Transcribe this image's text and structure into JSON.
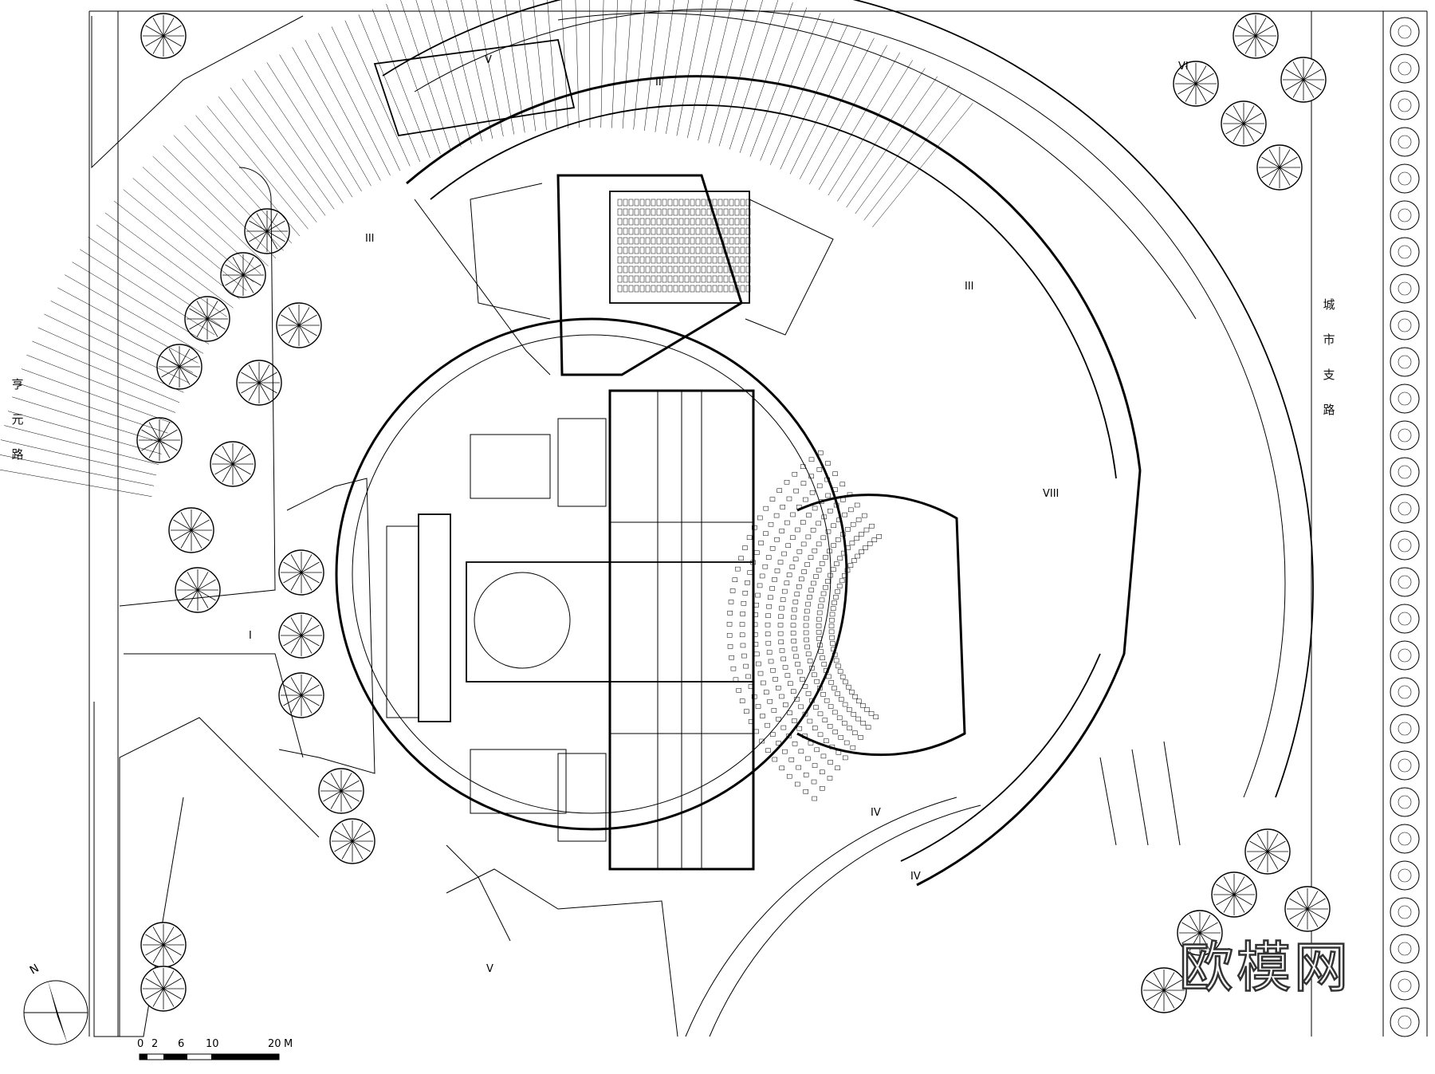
{
  "drawing": {
    "roads": {
      "west": "亨元路",
      "east": "城市支路"
    },
    "scale_bar": {
      "ticks": [
        "0",
        "2",
        "6",
        "10",
        "20"
      ],
      "unit": "M"
    },
    "north_label": "N",
    "section_marks": [
      "V",
      "II",
      "III",
      "III",
      "I",
      "IV",
      "IV",
      "V",
      "VI",
      "VIII"
    ],
    "watermark": "欧模网"
  }
}
